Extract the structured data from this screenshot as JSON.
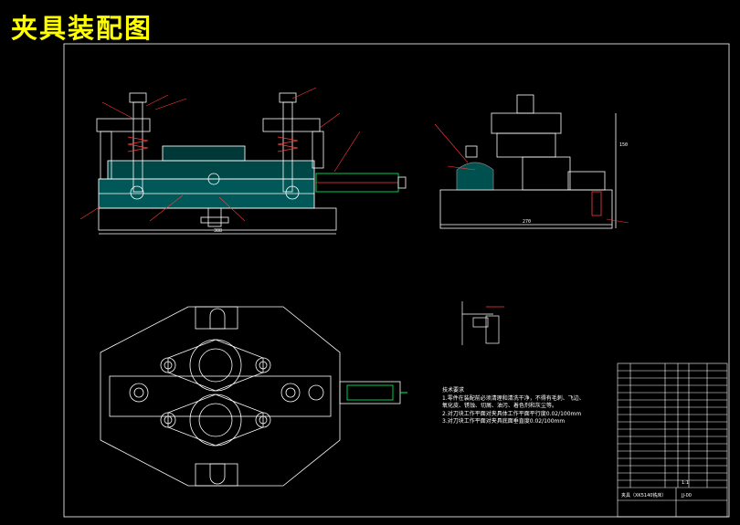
{
  "title": "夹具装配图",
  "technical_requirements": {
    "heading": "技术要求",
    "items": [
      "1.零件在装配前必须清理和清洗干净，不得有毛刺、飞边、",
      "  氧化皮、锈蚀、切屑、油污、着色剂和灰尘等。",
      "2.对刀块工作平面对夹具体工作平面平行度0.02/100mm",
      "3.对刀块工作平面对夹具底面垂直度0.02/100mm"
    ]
  },
  "dimensions": {
    "front_width": "388",
    "side_width": "270",
    "side_height": "150"
  },
  "title_block": {
    "drawing_name": "夹具（XK5140铣床）",
    "drawing_code": "JJ-00",
    "scale": "1:1"
  },
  "colors": {
    "background": "#000000",
    "outline": "#ffffff",
    "hatch": "#00a0a0",
    "callout": "#ff3b3b",
    "accent": "#00ff66",
    "title": "#ffff00"
  }
}
